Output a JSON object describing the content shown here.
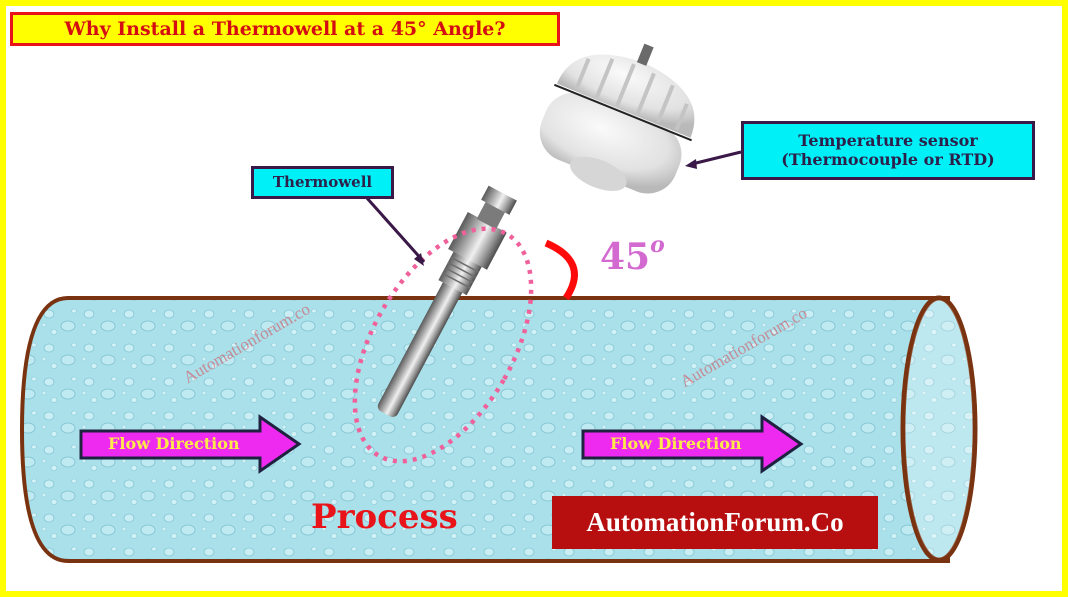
{
  "title": "Why Install a Thermowell at a 45° Angle?",
  "labels": {
    "sensor_line1": "Temperature sensor",
    "sensor_line2": "(Thermocouple or RTD)",
    "thermowell": "Thermowell"
  },
  "angle": {
    "value": "45",
    "unit_superscript": "o"
  },
  "flow": {
    "left_label": "Flow Direction",
    "right_label": "Flow Direction"
  },
  "process_label": "Process",
  "brand": "AutomationForum.Co",
  "watermarks": [
    "Automationforum.co",
    "Automationforum.co"
  ],
  "colors": {
    "frame": "#ffff00",
    "title_border": "#e8141a",
    "title_text": "#d40d12",
    "label_fill": "#00f0f8",
    "label_border": "#3a1848",
    "pipe_outline": "#7a3310",
    "pipe_fill": "#a8e0ea",
    "arrow_fill": "#ee2af0",
    "arrow_text": "#ffe94a",
    "angle_arc": "#ff0a0a",
    "angle_text": "#d36ad0",
    "dotted_ellipse": "#f0609a",
    "brand_bg": "#b70e10"
  }
}
